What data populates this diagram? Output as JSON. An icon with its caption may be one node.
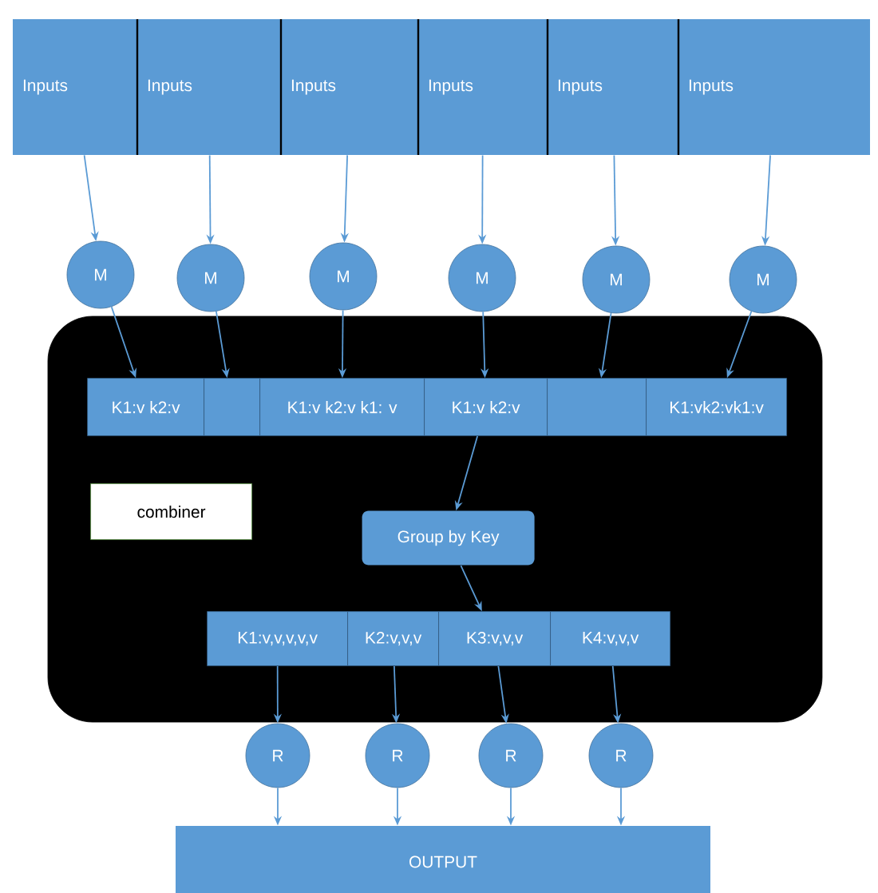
{
  "diagram": {
    "nodes": [
      {
        "text": [
          "Inputs"
        ]
      },
      {
        "text": [
          "Inputs"
        ]
      },
      {
        "text": [
          "Inputs"
        ]
      },
      {
        "text": [
          "Inputs"
        ]
      },
      {
        "text": [
          "Inputs"
        ]
      },
      {
        "text": [
          "Inputs"
        ]
      },
      {
        "text": [
          "M"
        ]
      },
      {
        "text": [
          "M"
        ]
      },
      {
        "text": [
          "M"
        ]
      },
      {
        "text": [
          "M"
        ]
      },
      {
        "text": [
          "M"
        ]
      },
      {
        "text": [
          "M"
        ]
      },
      {
        "text": [],
        "shape": "box"
      },
      {
        "text": [
          "K1:v k2:v"
        ],
        "in": 12
      },
      {
        "text": [],
        "shape": "box",
        "in": 12
      },
      {
        "text": [
          "K1:v k2:v k1: v"
        ],
        "in": 12
      },
      {
        "text": [
          "K1:v k2:v"
        ],
        "in": 12
      },
      {
        "text": [],
        "shape": "box",
        "in": 12
      },
      {
        "text": [
          "K1:vk2:vk1:v"
        ],
        "in": 12
      },
      {
        "text": [
          "combiner"
        ],
        "in": 12
      },
      {
        "text": [
          "Group by Key"
        ],
        "in": 12
      },
      {
        "text": [
          "K1:v,v,v,v,v"
        ],
        "in": 12
      },
      {
        "text": [
          "K2:v,v,v"
        ],
        "in": 12
      },
      {
        "text": [
          "K3:v,v,v"
        ],
        "in": 12
      },
      {
        "text": [
          "K4:v,v,v"
        ],
        "in": 12
      },
      {
        "text": [
          "R"
        ]
      },
      {
        "text": [
          "R"
        ]
      },
      {
        "text": [
          "R"
        ]
      },
      {
        "text": [
          "R"
        ]
      },
      {
        "text": [
          "OUTPUT"
        ]
      }
    ],
    "edges": [
      {
        "from": 0,
        "to": 6,
        "arrow": "to"
      },
      {
        "from": 1,
        "to": 7,
        "arrow": "to"
      },
      {
        "from": 2,
        "to": 8,
        "arrow": "to"
      },
      {
        "from": 3,
        "to": 9,
        "arrow": "to"
      },
      {
        "from": 4,
        "to": 10,
        "arrow": "to"
      },
      {
        "from": 5,
        "to": 11,
        "arrow": "to"
      },
      {
        "from": 6,
        "to": 13,
        "arrow": "to"
      },
      {
        "from": 7,
        "to": 14,
        "arrow": "to"
      },
      {
        "from": 8,
        "to": 15,
        "arrow": "to"
      },
      {
        "from": 9,
        "to": 16,
        "arrow": "to"
      },
      {
        "from": 10,
        "to": 17,
        "arrow": "to"
      },
      {
        "from": 11,
        "to": 18,
        "arrow": "to"
      },
      {
        "from": 16,
        "to": 20,
        "arrow": "to"
      },
      {
        "from": 20,
        "to": 23,
        "arrow": "to"
      },
      {
        "from": 21,
        "to": 25,
        "arrow": "to"
      },
      {
        "from": 22,
        "to": 26,
        "arrow": "to"
      },
      {
        "from": 23,
        "to": 27,
        "arrow": "to"
      },
      {
        "from": 24,
        "to": 28,
        "arrow": "to"
      },
      {
        "from": 25,
        "to": 29,
        "arrow": "to"
      },
      {
        "from": 26,
        "to": 29,
        "arrow": "to"
      },
      {
        "from": 27,
        "to": 29,
        "arrow": "to"
      },
      {
        "from": 28,
        "to": 29,
        "arrow": "to"
      }
    ]
  }
}
